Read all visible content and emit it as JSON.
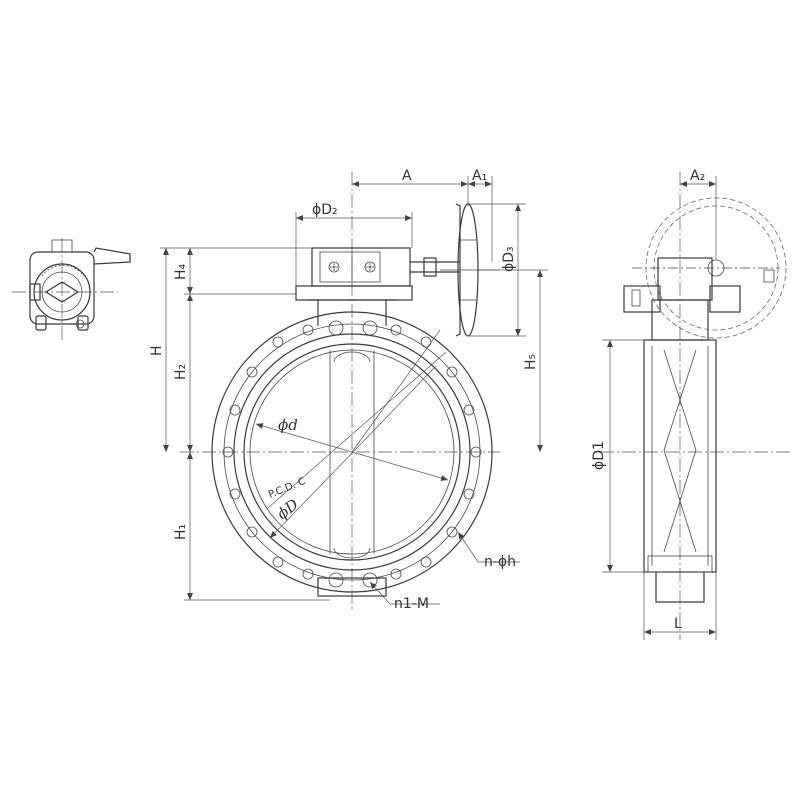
{
  "labels": {
    "A": "A",
    "A1": "A₁",
    "A2": "A₂",
    "phiD2": "ϕD₂",
    "phiD3": "ϕD₃",
    "H": "H",
    "H1": "H₁",
    "H2": "H₂",
    "H4": "H₄",
    "H5": "H₅",
    "phid": "ϕd",
    "pcdC": "P.C.D. C",
    "phiD": "ϕD",
    "nphih": "n-ϕh",
    "n1M": "n1-M",
    "phiD1": "ϕD1",
    "L": "L"
  }
}
